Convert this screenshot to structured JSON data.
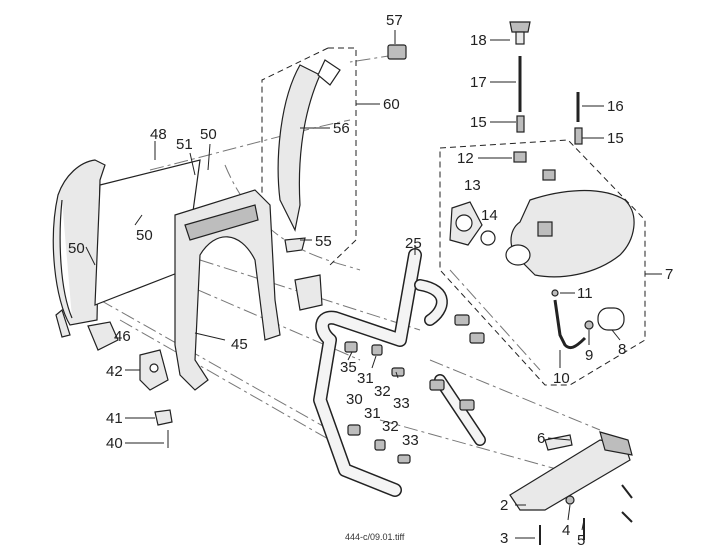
{
  "diagram": {
    "file_reference": "444-c/09.01.tiff",
    "callouts": {
      "c2": "2",
      "c3": "3",
      "c4": "4",
      "c5": "5",
      "c6": "6",
      "c7": "7",
      "c8": "8",
      "c9": "9",
      "c10": "10",
      "c11": "11",
      "c12": "12",
      "c13": "13",
      "c14": "14",
      "c15a": "15",
      "c15b": "15",
      "c16": "16",
      "c17": "17",
      "c18": "18",
      "c25": "25",
      "c30": "30",
      "c31a": "31",
      "c31b": "31",
      "c32a": "32",
      "c32b": "32",
      "c33a": "33",
      "c33b": "33",
      "c35": "35",
      "c40": "40",
      "c41": "41",
      "c42": "42",
      "c45": "45",
      "c46": "46",
      "c48": "48",
      "c50a": "50",
      "c50b": "50",
      "c50c": "50",
      "c51": "51",
      "c55": "55",
      "c56": "56",
      "c57": "57",
      "c60": "60"
    }
  }
}
